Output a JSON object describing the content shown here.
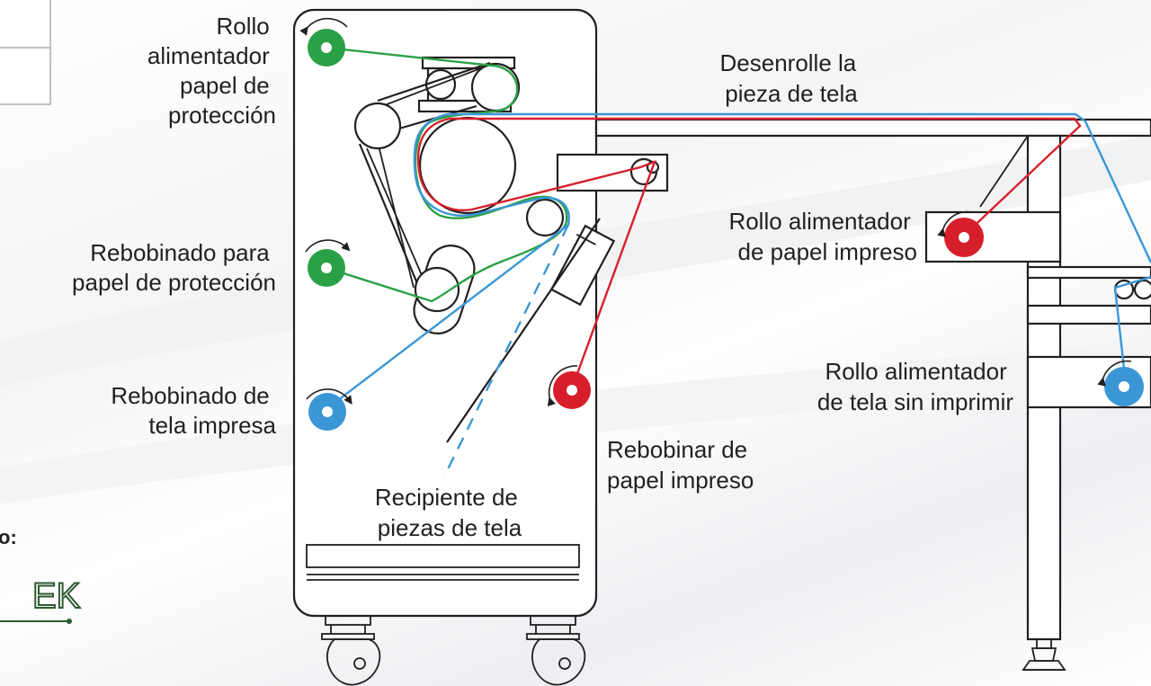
{
  "labels": {
    "protective_feed": [
      "Rollo",
      "alimentador",
      "papel de",
      "protección"
    ],
    "protective_rewind": [
      "Rebobinado para",
      "papel de protección"
    ],
    "printed_fabric_rewind": [
      "Rebobinado de",
      "tela impresa"
    ],
    "unroll_fabric": [
      "Desenrolle la",
      "pieza de tela"
    ],
    "printed_paper_feed": [
      "Rollo alimentador",
      "de papel impreso"
    ],
    "unprinted_fabric_feed": [
      "Rollo alimentador",
      "de tela sin imprimir"
    ],
    "printed_paper_rewind": [
      "Rebobinar de",
      "papel impreso"
    ],
    "fabric_bin": [
      "Recipiente de",
      "piezas de tela"
    ],
    "partial_text": "o:",
    "logo_text": "EK"
  },
  "colors": {
    "protective_paper": "#2aa146",
    "fabric": "#3b96d6",
    "printed_paper": "#d71f2b",
    "outline": "#231f20",
    "logo": "#2e5a2f"
  }
}
